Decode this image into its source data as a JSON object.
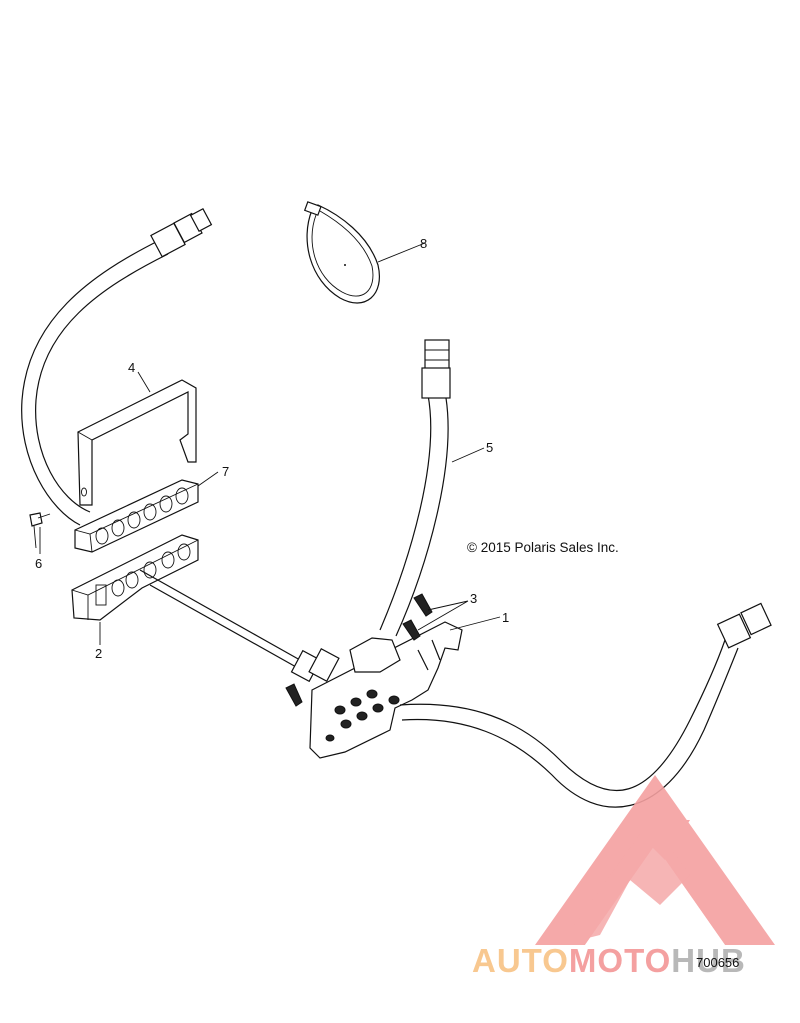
{
  "callouts": [
    "1",
    "2",
    "3",
    "4",
    "5",
    "6",
    "7",
    "8"
  ],
  "copyright": "© 2015 Polaris Sales Inc.",
  "drawing_number": "700656",
  "watermark": {
    "word_part1": "AUTO",
    "word_part2": "MOTO",
    "word_part3": "HUB",
    "color_primary": "#f4a0a0",
    "color_accent": "#f8c890",
    "color_dark": "#b8b8b8"
  }
}
